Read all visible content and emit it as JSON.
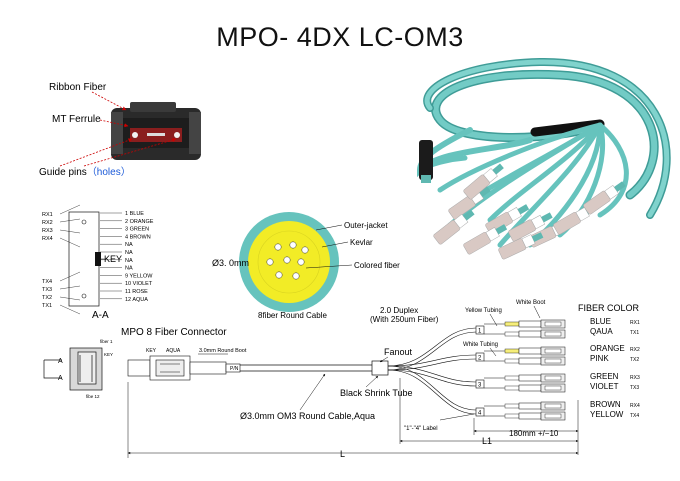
{
  "title": "MPO- 4DX LC-OM3",
  "ferrule": {
    "ribbon_fiber": "Ribbon Fiber",
    "mt_ferrule": "MT Ferrule",
    "guide_pins": "Guide pins",
    "holes": "（holes）"
  },
  "pinout": {
    "left": [
      "RX1",
      "RX2",
      "RX3",
      "RX4",
      "TX4",
      "TX3",
      "TX2",
      "TX1"
    ],
    "right": [
      "1 BLUE",
      "2 ORANGE",
      "3 GREEN",
      "4 BROWN",
      "NA",
      "NA",
      "NA",
      "NA",
      "9 YELLOW",
      "10 VIOLET",
      "11 ROSE",
      "12 AQUA"
    ],
    "key": "KEY",
    "section": "A-A"
  },
  "cross_section": {
    "diameter": "Ø3. 0mm",
    "outer_jacket": "Outer-jacket",
    "kevlar": "Kevlar",
    "colored_fiber": "Colored fiber",
    "caption": "8fiber Round Cable"
  },
  "assembly": {
    "mpo_connector": "MPO 8 Fiber Connector",
    "fiber1": "fiber 1",
    "fiber12": "fibe 12",
    "key": "KEY",
    "aqua": "AQUA",
    "round_boot": "3.0mm Round Boot",
    "pn": "P/N",
    "section_a": "A",
    "duplex": "2.0 Duplex",
    "duplex_sub": "(With 250um Fiber)",
    "yellow_tubing": "Yellow Tubing",
    "white_tubing": "White Tubing",
    "white_boot": "White Boot",
    "fiber_color": "FIBER COLOR",
    "fanout": "Fanout",
    "shrink": "Black Shrink Tube",
    "cable": "Ø3.0mm OM3 Round Cable,Aqua",
    "label": "\"1\"-\"4\" Label",
    "length_180": "180mm +/−10",
    "l1": "L1",
    "l": "L",
    "legs": [
      {
        "num": "1",
        "color1": "BLUE",
        "color2": "QAUA",
        "p1": "RX1",
        "p2": "TX1"
      },
      {
        "num": "2",
        "color1": "ORANGE",
        "color2": "PINK",
        "p1": "RX2",
        "p2": "TX2"
      },
      {
        "num": "3",
        "color1": "GREEN",
        "color2": "VIOLET",
        "p1": "RX3",
        "p2": "TX3"
      },
      {
        "num": "4",
        "color1": "BROWN",
        "color2": "YELLOW",
        "p1": "RX4",
        "p2": "TX4"
      }
    ]
  },
  "colors": {
    "aqua": "#66c3bd",
    "aqua_dark": "#3f9c97",
    "lc_boot": "#d9c9c4"
  }
}
